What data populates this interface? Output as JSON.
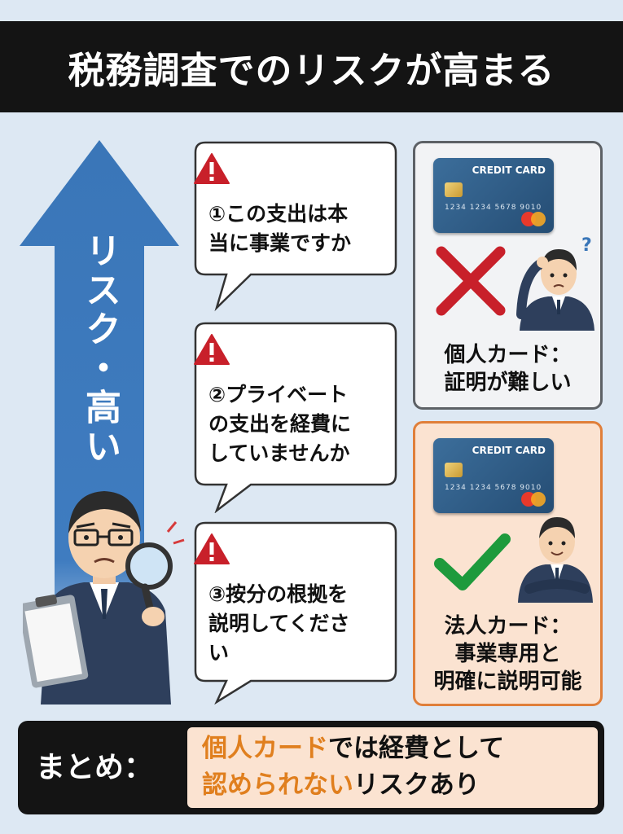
{
  "title": "税務調査でのリスクが高まる",
  "risk_label": "リスク・高い",
  "questions": [
    {
      "icon": "warning-icon",
      "lines": [
        "①この支出は本",
        "当に事業ですか"
      ]
    },
    {
      "icon": "warning-icon",
      "lines": [
        "②プライベート",
        "の支出を経費に",
        "していませんか"
      ]
    },
    {
      "icon": "warning-icon",
      "lines": [
        "③按分の根拠を",
        "説明してくださ",
        "い"
      ]
    }
  ],
  "personal_card": {
    "card_title": "CREDIT CARD",
    "card_number": "1234 1234 5678 9010",
    "mark": "cross-icon",
    "caption": [
      "個人カード：",
      "証明が難しい"
    ],
    "border_color": "#5d6166"
  },
  "corporate_card": {
    "card_title": "CREDIT CARD",
    "card_number": "1234 1234 5678 9010",
    "mark": "checkmark-icon",
    "caption": [
      "法人カード：",
      "事業専用と",
      "明確に説明可能"
    ],
    "border_color": "#e07f3a"
  },
  "summary": {
    "label": "まとめ：",
    "line1_highlight": "個人カード",
    "line1_rest": "では経費として",
    "line2_highlight": "認められない",
    "line2_rest": "リスクあり"
  },
  "colors": {
    "arrow": "#3a76b8",
    "warning": "#c8202a",
    "cross": "#c8202a",
    "check": "#1e9a3c",
    "highlight": "#e07f1e",
    "summary_bg": "#fbe3d1"
  }
}
